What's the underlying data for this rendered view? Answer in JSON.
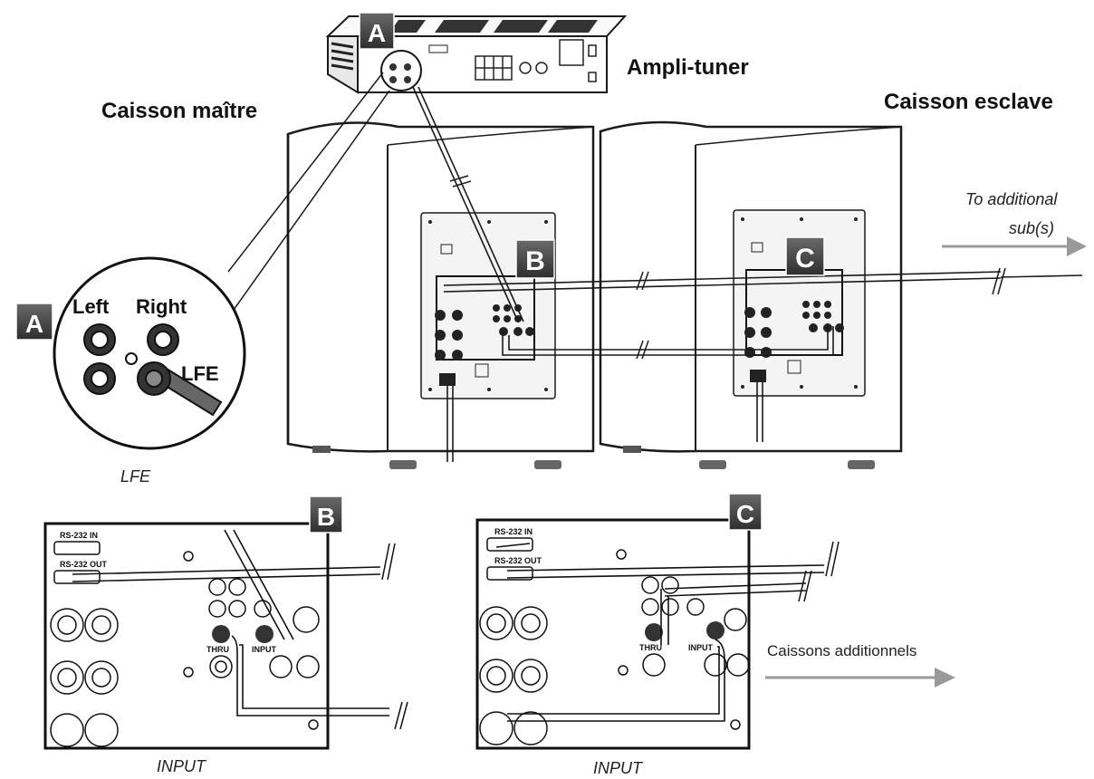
{
  "labels": {
    "receiver": "Ampli-tuner",
    "master_sub": "Caisson maître",
    "slave_sub": "Caisson esclave",
    "to_additional_line1": "To additional",
    "to_additional_line2": "sub(s)",
    "additional_subs": "Caissons additionnels",
    "lfe_caption": "LFE",
    "input_caption_b": "INPUT",
    "input_caption_c": "INPUT"
  },
  "markers": {
    "a_top": "A",
    "a_zoom": "A",
    "b_main": "B",
    "c_main": "C",
    "b_detail": "B",
    "c_detail": "C"
  },
  "zoom_a": {
    "left": "Left",
    "right": "Right",
    "lfe": "LFE"
  },
  "detail_b": {
    "rs232_in": "RS-232 IN",
    "rs232_out": "RS-232 OUT",
    "thru": "THRU",
    "input": "INPUT"
  },
  "detail_c": {
    "rs232_in": "RS-232 IN",
    "rs232_out": "RS-232 OUT",
    "thru": "THRU",
    "input": "INPUT"
  },
  "colors": {
    "ink": "#1a1a1a",
    "marker_bg": "#4a4a4a",
    "arrow": "#9a9a9a",
    "panel": "#f2f2f2"
  }
}
